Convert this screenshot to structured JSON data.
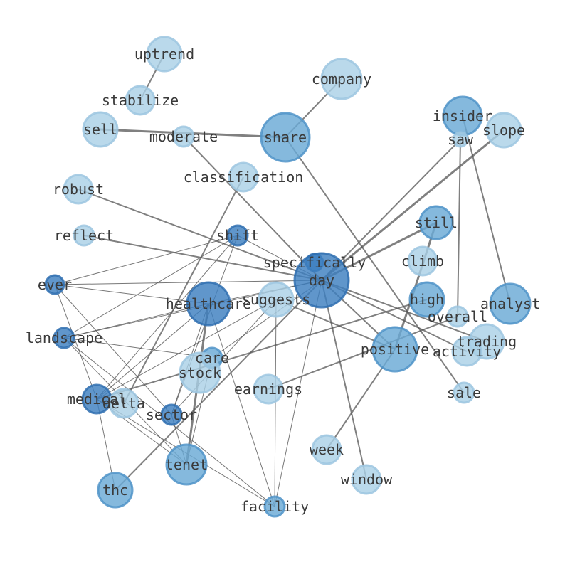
{
  "palette": {
    "light": "#a9cfe6",
    "light_stroke": "#9cc6e0",
    "mid": "#6aa9d6",
    "mid_stroke": "#4f93c8",
    "dark": "#3d7fbf",
    "dark_stroke": "#2f6fb0",
    "edge": "#555555",
    "label": "#3a3a3a"
  },
  "nodes": [
    {
      "id": "uptrend",
      "label": "uptrend",
      "tone": "light"
    },
    {
      "id": "company",
      "label": "company",
      "tone": "light"
    },
    {
      "id": "stabilize",
      "label": "stabilize",
      "tone": "light"
    },
    {
      "id": "insider",
      "label": "insider",
      "tone": "mid"
    },
    {
      "id": "sell",
      "label": "sell",
      "tone": "light"
    },
    {
      "id": "moderate",
      "label": "moderate",
      "tone": "light"
    },
    {
      "id": "share",
      "label": "share",
      "tone": "mid"
    },
    {
      "id": "saw",
      "label": "saw",
      "tone": "light"
    },
    {
      "id": "slope",
      "label": "slope",
      "tone": "light"
    },
    {
      "id": "classification",
      "label": "classification",
      "tone": "light"
    },
    {
      "id": "robust",
      "label": "robust",
      "tone": "light"
    },
    {
      "id": "still",
      "label": "still",
      "tone": "mid"
    },
    {
      "id": "reflect",
      "label": "reflect",
      "tone": "light"
    },
    {
      "id": "shift",
      "label": "shift",
      "tone": "dark"
    },
    {
      "id": "specifically",
      "label": "specifically",
      "tone": "dark"
    },
    {
      "id": "climb",
      "label": "climb",
      "tone": "light"
    },
    {
      "id": "day",
      "label": "day",
      "tone": "dark"
    },
    {
      "id": "ever",
      "label": "ever",
      "tone": "dark"
    },
    {
      "id": "healthcare",
      "label": "healthcare",
      "tone": "dark"
    },
    {
      "id": "suggests",
      "label": "suggests",
      "tone": "light"
    },
    {
      "id": "high",
      "label": "high",
      "tone": "mid"
    },
    {
      "id": "analyst",
      "label": "analyst",
      "tone": "mid"
    },
    {
      "id": "overall",
      "label": "overall",
      "tone": "light"
    },
    {
      "id": "landscape",
      "label": "landscape",
      "tone": "dark"
    },
    {
      "id": "trading",
      "label": "trading",
      "tone": "light"
    },
    {
      "id": "positive",
      "label": "positive",
      "tone": "mid"
    },
    {
      "id": "activity",
      "label": "activity",
      "tone": "light"
    },
    {
      "id": "care",
      "label": "care",
      "tone": "mid"
    },
    {
      "id": "stock",
      "label": "stock",
      "tone": "light"
    },
    {
      "id": "earnings",
      "label": "earnings",
      "tone": "light"
    },
    {
      "id": "sale",
      "label": "sale",
      "tone": "light"
    },
    {
      "id": "medical",
      "label": "medical",
      "tone": "dark"
    },
    {
      "id": "delta",
      "label": "delta",
      "tone": "light"
    },
    {
      "id": "sector",
      "label": "sector",
      "tone": "dark"
    },
    {
      "id": "week",
      "label": "week",
      "tone": "light"
    },
    {
      "id": "tenet",
      "label": "tenet",
      "tone": "mid"
    },
    {
      "id": "window",
      "label": "window",
      "tone": "light"
    },
    {
      "id": "thc",
      "label": "thc",
      "tone": "mid"
    },
    {
      "id": "facility",
      "label": "facility",
      "tone": "mid"
    }
  ],
  "edges": [
    {
      "source": "uptrend",
      "target": "stabilize",
      "weight": 2
    },
    {
      "source": "sell",
      "target": "share",
      "weight": 3
    },
    {
      "source": "company",
      "target": "share",
      "weight": 2
    },
    {
      "source": "share",
      "target": "sale",
      "weight": 2
    },
    {
      "source": "moderate",
      "target": "day",
      "weight": 2
    },
    {
      "source": "classification",
      "target": "delta",
      "weight": 2
    },
    {
      "source": "robust",
      "target": "day",
      "weight": 2
    },
    {
      "source": "reflect",
      "target": "day",
      "weight": 2
    },
    {
      "source": "insider",
      "target": "analyst",
      "weight": 2
    },
    {
      "source": "saw",
      "target": "overall",
      "weight": 2
    },
    {
      "source": "saw",
      "target": "day",
      "weight": 2
    },
    {
      "source": "slope",
      "target": "day",
      "weight": 3
    },
    {
      "source": "still",
      "target": "day",
      "weight": 3
    },
    {
      "source": "still",
      "target": "positive",
      "weight": 3
    },
    {
      "source": "day",
      "target": "trading",
      "weight": 2
    },
    {
      "source": "day",
      "target": "activity",
      "weight": 2
    },
    {
      "source": "day",
      "target": "window",
      "weight": 2
    },
    {
      "source": "day",
      "target": "positive",
      "weight": 2
    },
    {
      "source": "day",
      "target": "thc",
      "weight": 2
    },
    {
      "source": "day",
      "target": "healthcare",
      "weight": 1
    },
    {
      "source": "day",
      "target": "ever",
      "weight": 1
    },
    {
      "source": "day",
      "target": "landscape",
      "weight": 1
    },
    {
      "source": "day",
      "target": "care",
      "weight": 1
    },
    {
      "source": "day",
      "target": "facility",
      "weight": 1
    },
    {
      "source": "high",
      "target": "medical",
      "weight": 2
    },
    {
      "source": "overall",
      "target": "earnings",
      "weight": 2
    },
    {
      "source": "positive",
      "target": "week",
      "weight": 2
    },
    {
      "source": "positive",
      "target": "suggests",
      "weight": 2
    },
    {
      "source": "shift",
      "target": "ever",
      "weight": 1
    },
    {
      "source": "shift",
      "target": "landscape",
      "weight": 1
    },
    {
      "source": "shift",
      "target": "medical",
      "weight": 1
    },
    {
      "source": "shift",
      "target": "sector",
      "weight": 1
    },
    {
      "source": "shift",
      "target": "day",
      "weight": 1
    },
    {
      "source": "healthcare",
      "target": "tenet",
      "weight": 3
    },
    {
      "source": "healthcare",
      "target": "sector",
      "weight": 1
    },
    {
      "source": "healthcare",
      "target": "medical",
      "weight": 1
    },
    {
      "source": "healthcare",
      "target": "landscape",
      "weight": 1
    },
    {
      "source": "healthcare",
      "target": "facility",
      "weight": 1
    },
    {
      "source": "ever",
      "target": "healthcare",
      "weight": 1
    },
    {
      "source": "ever",
      "target": "sector",
      "weight": 1
    },
    {
      "source": "ever",
      "target": "medical",
      "weight": 1
    },
    {
      "source": "landscape",
      "target": "care",
      "weight": 1
    },
    {
      "source": "landscape",
      "target": "facility",
      "weight": 1
    },
    {
      "source": "landscape",
      "target": "tenet",
      "weight": 1
    },
    {
      "source": "suggests",
      "target": "medical",
      "weight": 1
    },
    {
      "source": "suggests",
      "target": "sector",
      "weight": 1
    },
    {
      "source": "suggests",
      "target": "facility",
      "weight": 1
    },
    {
      "source": "medical",
      "target": "tenet",
      "weight": 1
    },
    {
      "source": "medical",
      "target": "thc",
      "weight": 1
    },
    {
      "source": "medical",
      "target": "facility",
      "weight": 1
    },
    {
      "source": "care",
      "target": "tenet",
      "weight": 1
    },
    {
      "source": "sector",
      "target": "tenet",
      "weight": 1
    }
  ]
}
